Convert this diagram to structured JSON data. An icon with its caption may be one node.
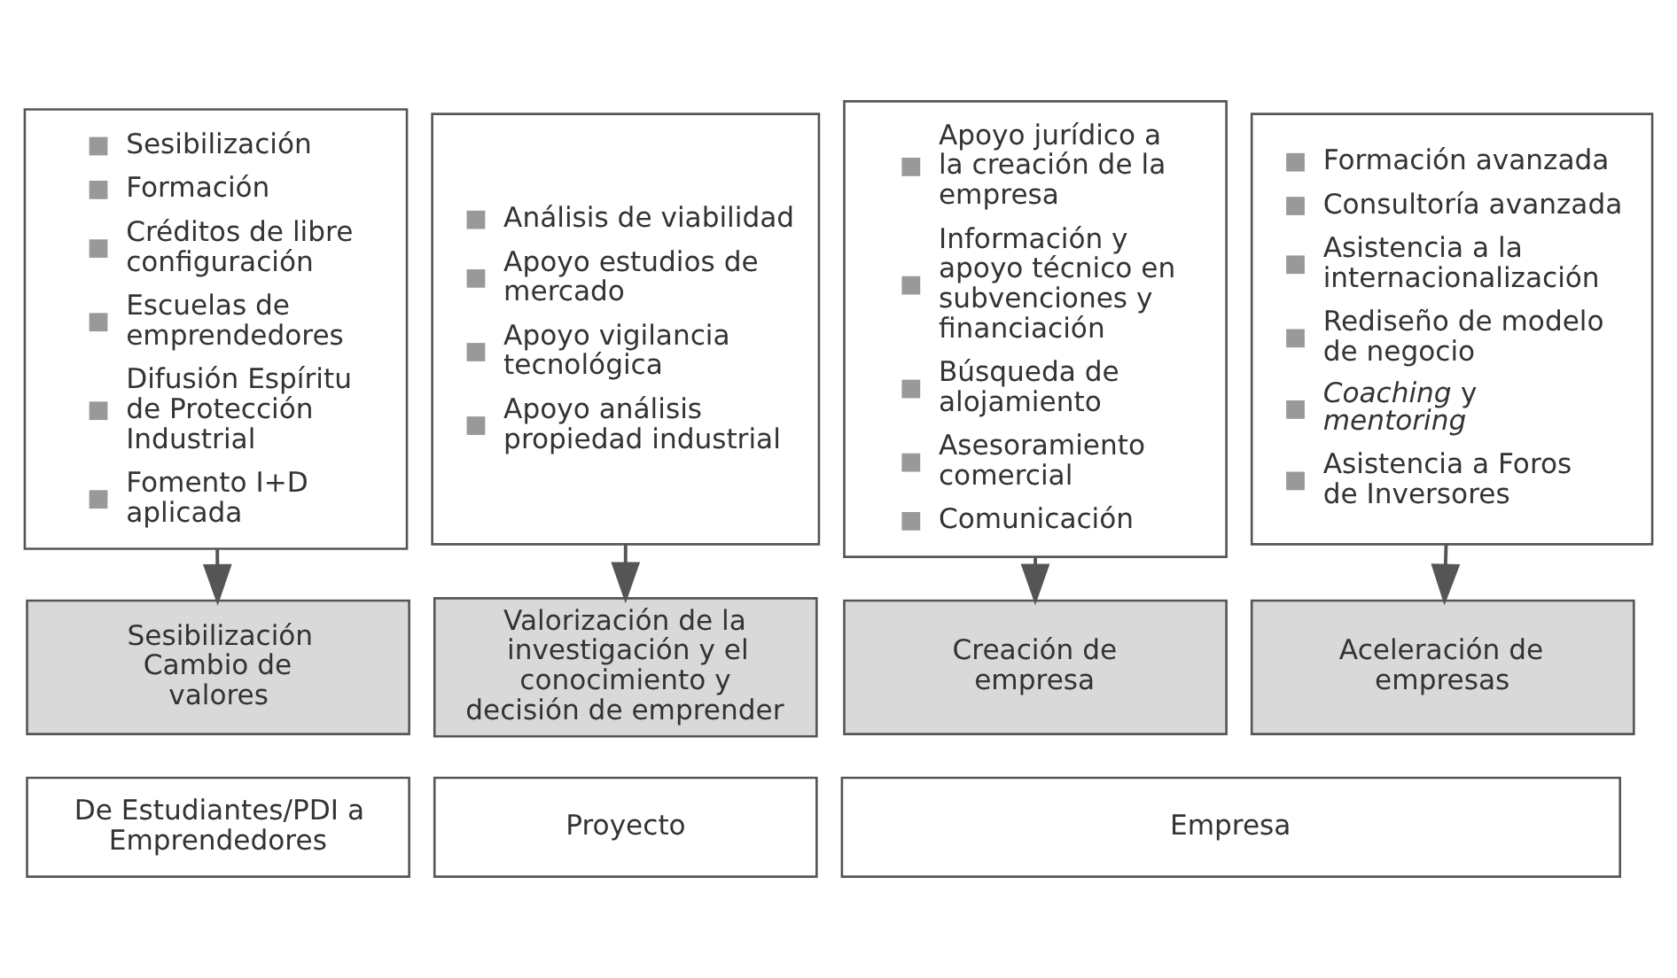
{
  "diagram": {
    "nodes": [
      {
        "text": [
          "Sesibilización",
          "Formación",
          "Créditos de libre configuración",
          "Escuelas de emprendedores",
          "Difusión Espíritu de Protección Industrial",
          "Fomento I+D aplicada"
        ]
      },
      {
        "text": [
          "Análisis de viabilidad",
          "Apoyo estudios de mercado",
          "Apoyo vigilancia tecnológica",
          "Apoyo análisis propiedad industrial"
        ]
      },
      {
        "text": [
          "Apoyo jurídico a la creación de la empresa",
          "Información y apoyo técnico en subvenciones y financiación",
          "Búsqueda de alojamiento",
          "Asesoramiento comercial",
          "Comunicación"
        ]
      },
      {
        "text": [
          "Formación avanzada",
          "Consultoría avanzada",
          "Asistencia a la internacionalización",
          "Rediseño de modelo de negocio",
          "*Coaching* y *mentoring*",
          "Asistencia a Foros de Inversores"
        ]
      },
      {
        "text": [
          "Sesibilización Cambio de valores"
        ]
      },
      {
        "text": [
          "Valorización de la investigación y el conocimiento y decisión de emprender"
        ]
      },
      {
        "text": [
          "Creación de empresa"
        ]
      },
      {
        "text": [
          "Aceleración de empresas"
        ]
      },
      {
        "text": [
          "De Estudiantes/PDI a Emprendedores"
        ]
      },
      {
        "text": [
          "Proyecto"
        ]
      },
      {
        "text": [
          "Empresa"
        ]
      }
    ],
    "edges": [
      {
        "from": 0,
        "to": 4,
        "arrow": "to"
      },
      {
        "from": 1,
        "to": 5,
        "arrow": "to"
      },
      {
        "from": 2,
        "to": 6,
        "arrow": "to"
      },
      {
        "from": 3,
        "to": 7,
        "arrow": "to"
      }
    ]
  }
}
